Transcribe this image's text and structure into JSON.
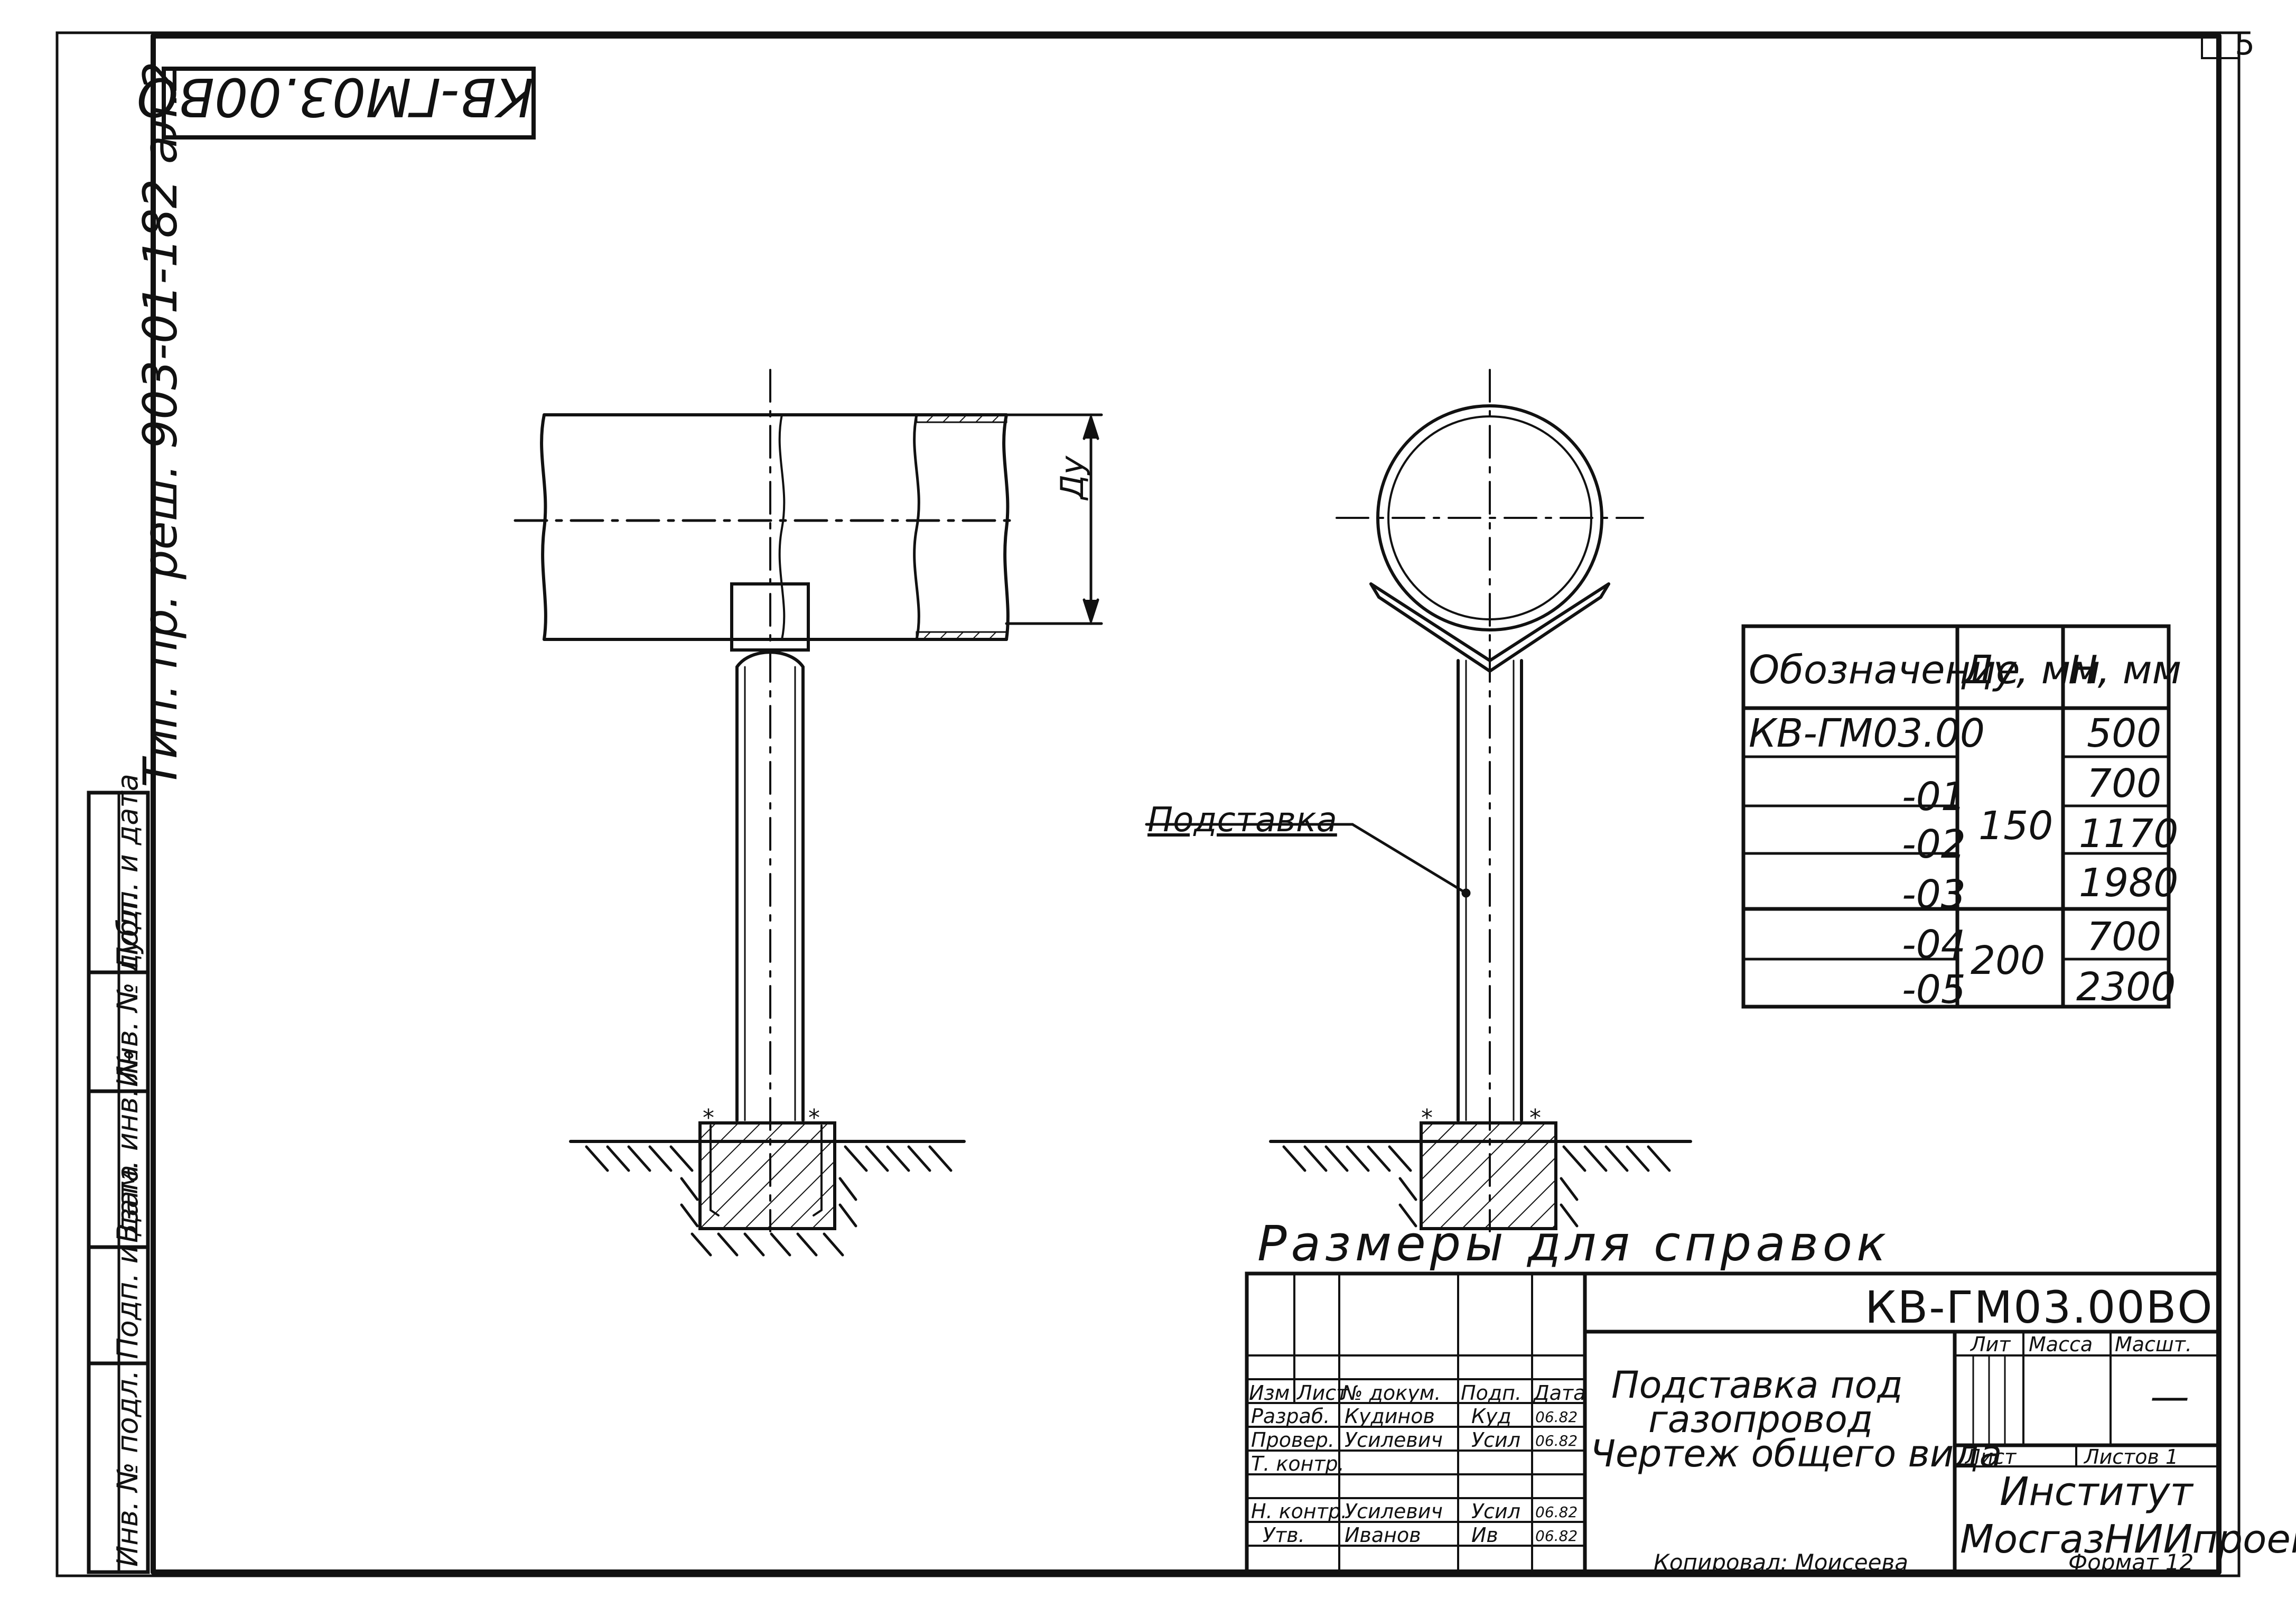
{
  "sheet_number": "5",
  "stamp_code_rotated": "КВ-ГМ03.00ВО",
  "left_note": "Тип. пр. реш. 903-01-182 ал.2",
  "side_strip": {
    "cells": [
      "Инв. № подл.",
      "Подп. и дата",
      "Взам. инв. №",
      "Инв. № дубл.",
      "Подп. и дата"
    ]
  },
  "drawing": {
    "pipe_dimension": "Ду",
    "callout_label": "Подставка",
    "reference_note": "Размеры для справок"
  },
  "variant_table": {
    "headers": [
      "Обозначение",
      "Ду, мм",
      "Н, мм"
    ],
    "rows": [
      {
        "designation": "КВ-ГМ03.00",
        "h": "500"
      },
      {
        "designation": "-01",
        "h": "700"
      },
      {
        "designation": "-02",
        "h": "1170"
      },
      {
        "designation": "-03",
        "h": "1980"
      },
      {
        "designation": "-04",
        "h": "700"
      },
      {
        "designation": "-05",
        "h": "2300"
      }
    ],
    "dn_groups": [
      "150",
      "200"
    ]
  },
  "title_block": {
    "code": "КВ-ГМ03.00ВО",
    "title_lines": [
      "Подставка под",
      "газопровод",
      "Чертеж общего вида"
    ],
    "header_cols": [
      "Изм",
      "Лист",
      "№ докум.",
      "Подп.",
      "Дата"
    ],
    "rows": [
      {
        "role": "Разраб.",
        "name": "Кудинов",
        "sign": "Куд",
        "date": "06.82"
      },
      {
        "role": "Провер.",
        "name": "Усилевич",
        "sign": "Усил",
        "date": "06.82"
      },
      {
        "role": "Т. контр.",
        "name": "",
        "sign": "",
        "date": ""
      },
      {
        "role": "Н. контр.",
        "name": "Усилевич",
        "sign": "Усил",
        "date": "06.82"
      },
      {
        "role": "Утв.",
        "name": "Иванов",
        "sign": "Ив",
        "date": "06.82"
      }
    ],
    "lit_label": "Лит",
    "mass_label": "Масса",
    "scale_label": "Масшт.",
    "scale_value": "—",
    "sheet_label": "Лист",
    "sheets_label": "Листов 1",
    "org_line1": "Институт",
    "org_line2": "МосгазНИИпроект",
    "copied_by": "Копировал: Моисеева",
    "format": "Формат 12"
  }
}
